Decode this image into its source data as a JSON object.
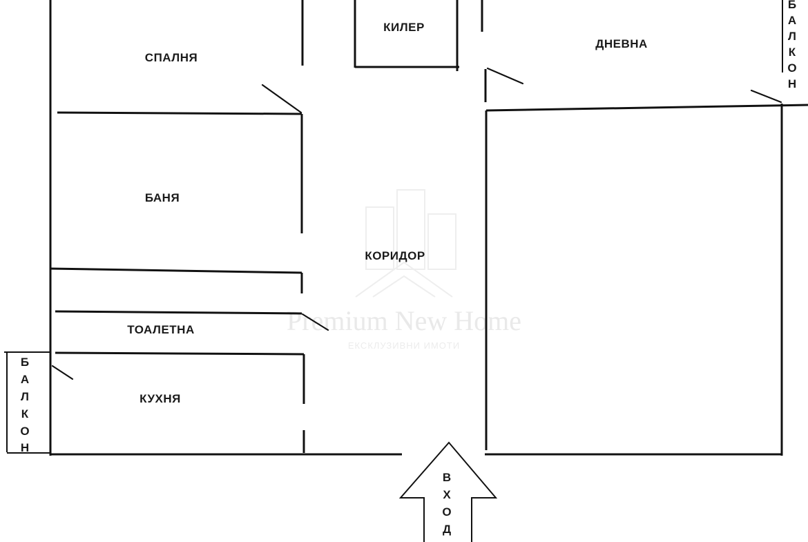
{
  "rooms": {
    "bedroom": "СПАЛНЯ",
    "pantry": "КИЛЕР",
    "living_room": "ДНЕВНА",
    "bathroom": "БАНЯ",
    "corridor": "КОРИДОР",
    "toilet": "ТОАЛЕТНА",
    "kitchen": "КУХНЯ"
  },
  "balcony_right": [
    "Б",
    "А",
    "Л",
    "К",
    "О",
    "Н"
  ],
  "balcony_left": [
    "Б",
    "А",
    "Л",
    "К",
    "О",
    "Н"
  ],
  "entrance": [
    "В",
    "Х",
    "О",
    "Д"
  ],
  "watermark": {
    "brand": "Premium New Home",
    "tagline": "ЕКСКЛУЗИВНИ ИМОТИ"
  }
}
